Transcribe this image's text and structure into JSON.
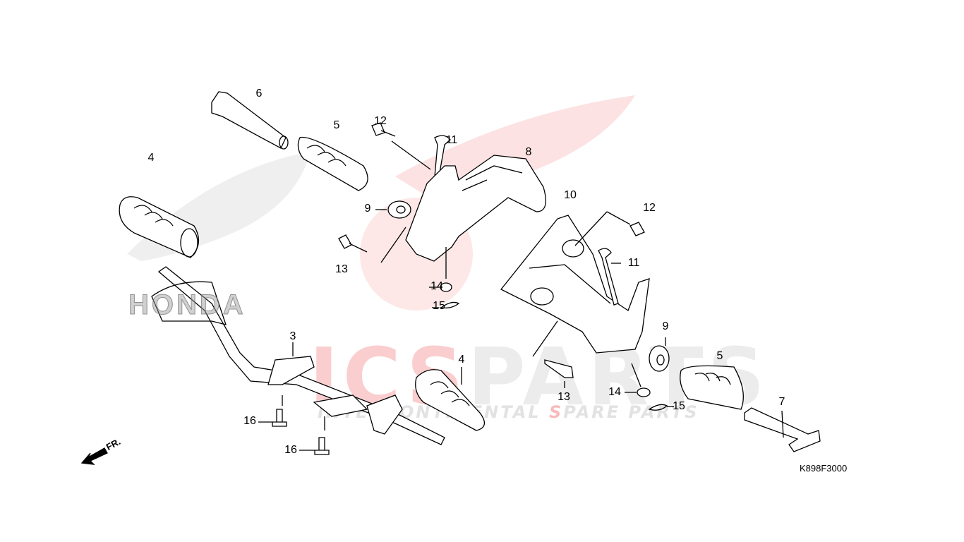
{
  "diagram": {
    "callouts": [
      "6",
      "5",
      "12",
      "11",
      "8",
      "4",
      "9",
      "10",
      "12",
      "13",
      "11",
      "14",
      "15",
      "9",
      "3",
      "4",
      "5",
      "13",
      "14",
      "15",
      "7",
      "16",
      "16"
    ],
    "figure_code": "K898F3000",
    "direction_label": "FR.",
    "watermark": {
      "brand_red": "ICS",
      "brand_grey": "PARTS",
      "tagline_a": "INTERCONTINENTAL ",
      "tagline_red": "S",
      "tagline_b": "PARE PARTS",
      "logo_text": "HONDA"
    },
    "colors": {
      "watermark_red": "#eb3c3c",
      "line": "#000000"
    }
  }
}
